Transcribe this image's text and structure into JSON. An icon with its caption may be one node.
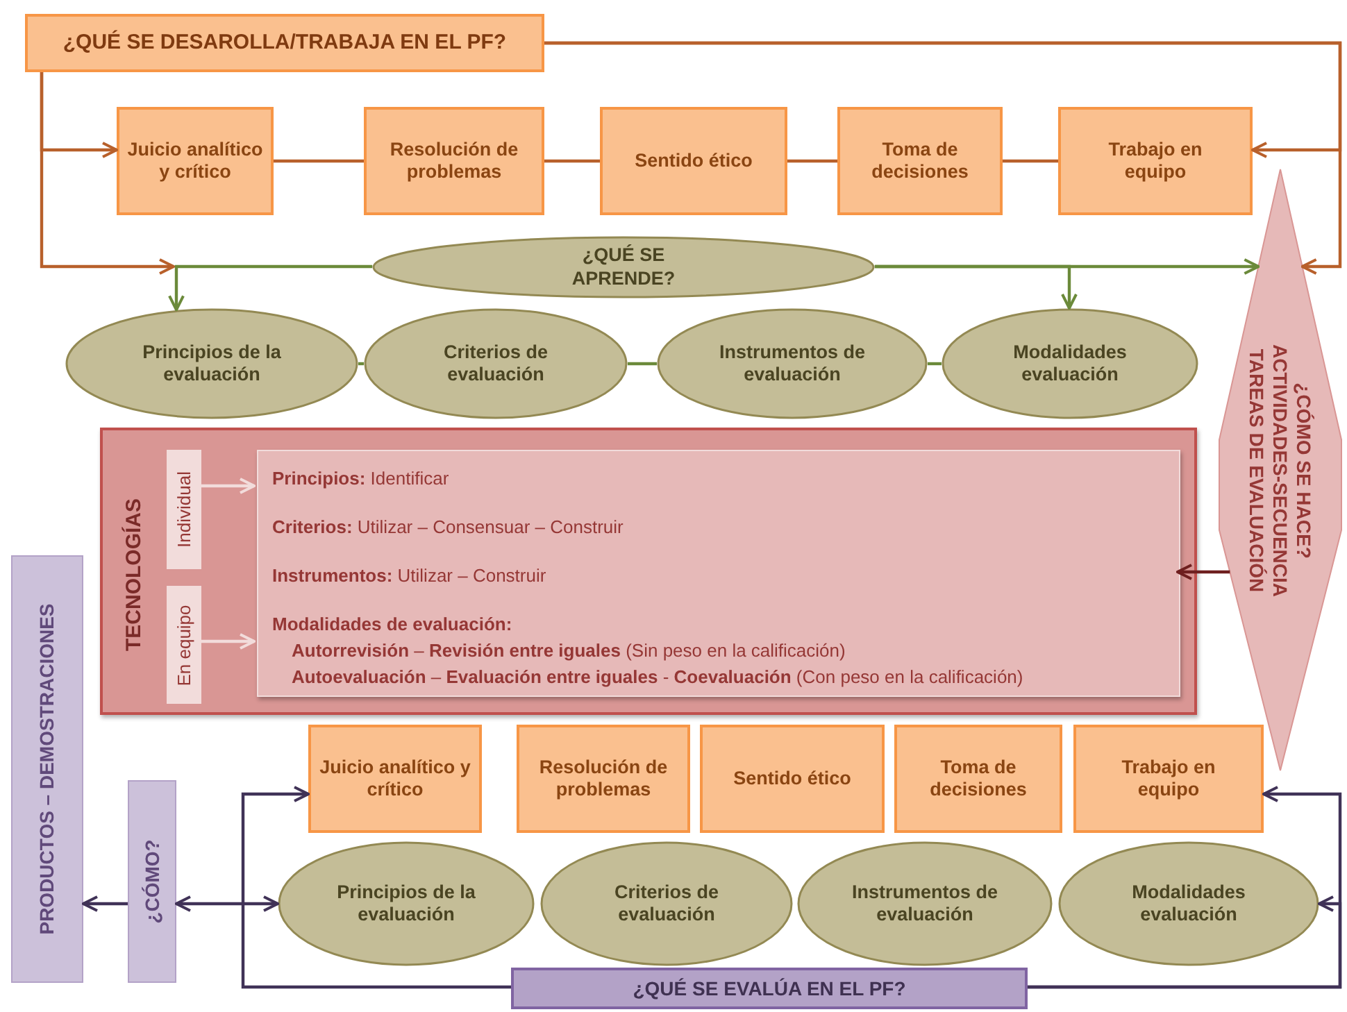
{
  "diagram": {
    "nodes": [
      {
        "text": [
          "¿QUÉ SE DESAROLLA/TRABAJA EN EL PF?"
        ]
      },
      {
        "text": [
          "Juicio analítico y crítico"
        ]
      },
      {
        "text": [
          "Resolución de problemas"
        ]
      },
      {
        "text": [
          "Sentido ético"
        ]
      },
      {
        "text": [
          "Toma de decisiones"
        ]
      },
      {
        "text": [
          "Trabajo en equipo"
        ]
      },
      {
        "text": [
          "¿QUÉ SE APRENDE?"
        ]
      },
      {
        "text": [
          "Principios de la evaluación"
        ]
      },
      {
        "text": [
          "Criterios de evaluación"
        ]
      },
      {
        "text": [
          "Instrumentos de evaluación"
        ]
      },
      {
        "text": [
          "Modalidades evaluación"
        ]
      },
      {
        "text": [
          "¿CÓMO SE HACE? ACTIVIDADES-SECUENCIA TAREAS DE EVALUACIÓN"
        ]
      },
      {
        "text": [
          "TECNOLOGÍAS"
        ]
      },
      {
        "text": [
          "Individual"
        ],
        "in": 12
      },
      {
        "text": [
          "En equipo"
        ],
        "in": 12
      },
      {
        "text": [
          "**Principios:** Identificar",
          "**Criterios:** Utilizar – Consensuar – Construir",
          "**Instrumentos:** Utilizar – Construir",
          "Modalidades de evaluación:",
          "**Autorrevisión** – **Revisión entre iguales** (Sin peso en la calificación)",
          "**Autoevaluación** – **Evaluación entre iguales** - **Coevaluación** (Con peso en la calificación)"
        ],
        "in": 12
      },
      {
        "text": [
          "PRODUCTOS – DEMOSTRACIONES"
        ]
      },
      {
        "text": [
          "¿CÓMO?"
        ]
      },
      {
        "text": [
          "Juicio analítico y crítico"
        ]
      },
      {
        "text": [
          "Resolución de problemas"
        ]
      },
      {
        "text": [
          "Sentido ético"
        ]
      },
      {
        "text": [
          "Toma de decisiones"
        ]
      },
      {
        "text": [
          "Trabajo en equipo"
        ]
      },
      {
        "text": [
          "Principios de la evaluación"
        ]
      },
      {
        "text": [
          "Criterios de evaluación"
        ]
      },
      {
        "text": [
          "Instrumentos de evaluación"
        ]
      },
      {
        "text": [
          "Modalidades evaluación"
        ]
      },
      {
        "text": [
          "¿QUÉ SE EVALÚA EN EL PF?"
        ]
      }
    ],
    "edges": [
      {
        "from": 0,
        "to": 1,
        "arrow": "to"
      },
      {
        "from": 0,
        "to": 5,
        "arrow": "to"
      },
      {
        "from": 0,
        "to": 11,
        "arrow": "to"
      },
      {
        "from": 0,
        "to": null,
        "arrow": "to"
      },
      {
        "from": 1,
        "to": 2,
        "arrow": "none"
      },
      {
        "from": 2,
        "to": 3,
        "arrow": "none"
      },
      {
        "from": 3,
        "to": 4,
        "arrow": "none"
      },
      {
        "from": 4,
        "to": 5,
        "arrow": "none"
      },
      {
        "from": 6,
        "to": 7,
        "arrow": "to",
        "color": "#6b8a3a"
      },
      {
        "from": 6,
        "to": 10,
        "arrow": "to",
        "color": "#6b8a3a"
      },
      {
        "from": 6,
        "to": 11,
        "arrow": "to",
        "color": "#6b8a3a"
      },
      {
        "from": 7,
        "to": 8,
        "arrow": "none",
        "color": "#6b8a3a"
      },
      {
        "from": 8,
        "to": 9,
        "arrow": "none",
        "color": "#6b8a3a"
      },
      {
        "from": 9,
        "to": 10,
        "arrow": "none",
        "color": "#6b8a3a"
      },
      {
        "from": 11,
        "to": 15,
        "arrow": "to",
        "color": "#6e1f1f"
      },
      {
        "from": 13,
        "to": 15,
        "arrow": "to",
        "color": "#f2dcdb"
      },
      {
        "from": 14,
        "to": 15,
        "arrow": "to",
        "color": "#f2dcdb"
      },
      {
        "from": 27,
        "to": 18,
        "arrow": "to",
        "color": "#403257"
      },
      {
        "from": 27,
        "to": 22,
        "arrow": "to",
        "color": "#403257"
      },
      {
        "from": 27,
        "to": 26,
        "arrow": "to",
        "color": "#403257"
      },
      {
        "from": 17,
        "to": 23,
        "arrow": "both",
        "color": "#403257"
      },
      {
        "from": 17,
        "to": 16,
        "arrow": "to",
        "color": "#403257"
      }
    ]
  }
}
